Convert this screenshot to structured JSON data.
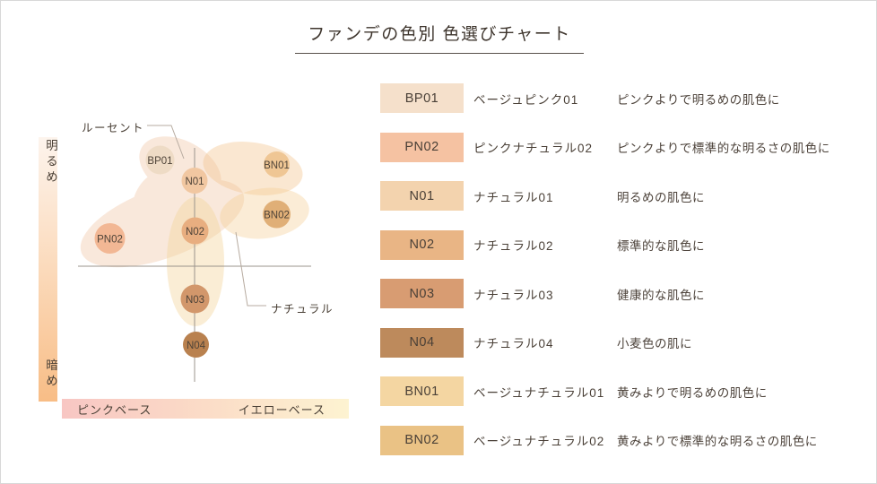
{
  "page": {
    "title": "ファンデの色別 色選びチャート"
  },
  "chart_data": {
    "type": "scatter",
    "title": "ファンデの色別 色選びチャート",
    "x_axis": {
      "left_label": "ピンクベース",
      "right_label": "イエローベース",
      "range": [
        -1,
        1
      ]
    },
    "y_axis": {
      "top_label": "明るめ",
      "bottom_label": "暗め",
      "range": [
        -1,
        1
      ]
    },
    "annotations": [
      {
        "label": "ルーセント"
      },
      {
        "label": "ナチュラル"
      }
    ],
    "points": [
      {
        "label": "BP01",
        "x": -0.3,
        "y": 0.91,
        "color": "#eedbc5"
      },
      {
        "label": "PN02",
        "x": -0.73,
        "y": 0.24,
        "color": "#f2b794"
      },
      {
        "label": "N01",
        "x": 0.0,
        "y": 0.73,
        "color": "#f1c7a1"
      },
      {
        "label": "N02",
        "x": 0.0,
        "y": 0.3,
        "color": "#e8ae80"
      },
      {
        "label": "N03",
        "x": 0.0,
        "y": -0.28,
        "color": "#d2976b"
      },
      {
        "label": "N04",
        "x": 0.0,
        "y": -0.67,
        "color": "#b9814f"
      },
      {
        "label": "BN01",
        "x": 0.7,
        "y": 0.87,
        "color": "#efc694"
      },
      {
        "label": "BN02",
        "x": 0.7,
        "y": 0.44,
        "color": "#e0af77"
      }
    ]
  },
  "legend": {
    "items": [
      {
        "code": "BP01",
        "color": "#f5e0cb",
        "name": "ベージュピンク01",
        "desc": "ピンクよりで明るめの肌色に"
      },
      {
        "code": "PN02",
        "color": "#f5c2a2",
        "name": "ピンクナチュラル02",
        "desc": "ピンクよりで標準的な明るさの肌色に"
      },
      {
        "code": "N01",
        "color": "#f3d3ae",
        "name": "ナチュラル01",
        "desc": "明るめの肌色に"
      },
      {
        "code": "N02",
        "color": "#e9b585",
        "name": "ナチュラル02",
        "desc": "標準的な肌色に"
      },
      {
        "code": "N03",
        "color": "#d89c72",
        "name": "ナチュラル03",
        "desc": "健康的な肌色に"
      },
      {
        "code": "N04",
        "color": "#bd8a5c",
        "name": "ナチュラル04",
        "desc": "小麦色の肌に"
      },
      {
        "code": "BN01",
        "color": "#f4d6a2",
        "name": "ベージュナチュラル01",
        "desc": "黄みよりで明るめの肌色に"
      },
      {
        "code": "BN02",
        "color": "#eac285",
        "name": "ベージュナチュラル02",
        "desc": "黄みよりで標準的な明るさの肌色に"
      }
    ]
  },
  "colors": {
    "canvas_border": "#d8d8d8",
    "title_text": "#3e352d",
    "body_text": "#4a4036",
    "axis_line": "#9b948c",
    "callout_line": "#b7aba0",
    "v_bar_gradient": [
      "#fdf4ed",
      "#f8bd86"
    ],
    "h_bar_gradient": [
      "#f8c6c3",
      "#fbdcc7",
      "#fdf3d1"
    ],
    "blob_pink": "#f0c3a3",
    "blob_bn01": "#f3c48e",
    "blob_bn02": "#f5cd8f",
    "blob_capsule": "#f3d49b"
  }
}
